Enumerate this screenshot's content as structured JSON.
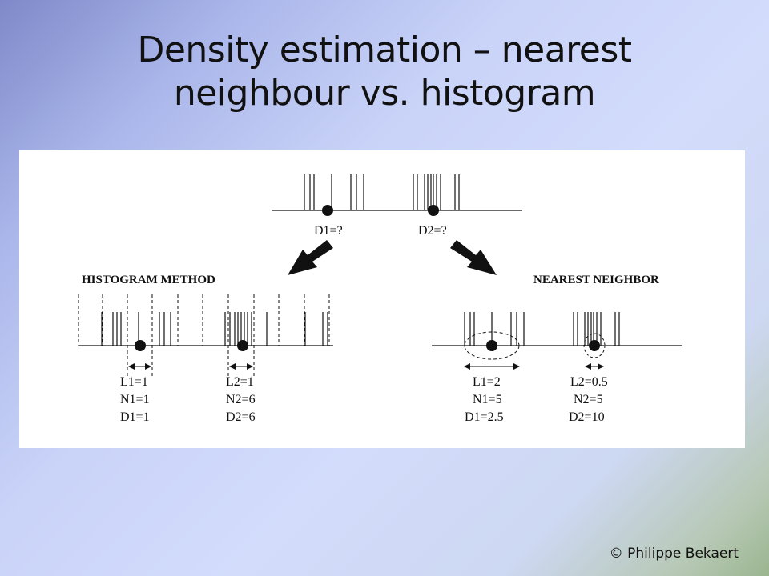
{
  "slide": {
    "title_line1": "Density estimation – nearest",
    "title_line2": "neighbour vs. histogram",
    "copyright": "© Philippe Bekaert"
  },
  "diagram": {
    "top_labels": [
      "D1=?",
      "D2=?"
    ],
    "histogram": {
      "heading": "HISTOGRAM METHOD",
      "left": [
        "L1=1",
        "N1=1",
        "D1=1"
      ],
      "right": [
        "L2=1",
        "N2=6",
        "D2=6"
      ]
    },
    "nearest": {
      "heading": "NEAREST NEIGHBOR",
      "left": [
        "L1=2",
        "N1=5",
        "D1=2.5"
      ],
      "right": [
        "L2=0.5",
        "N2=5",
        "D2=10"
      ]
    }
  },
  "colors": {
    "ink": "#111111",
    "figure_bg": "#ffffff"
  }
}
